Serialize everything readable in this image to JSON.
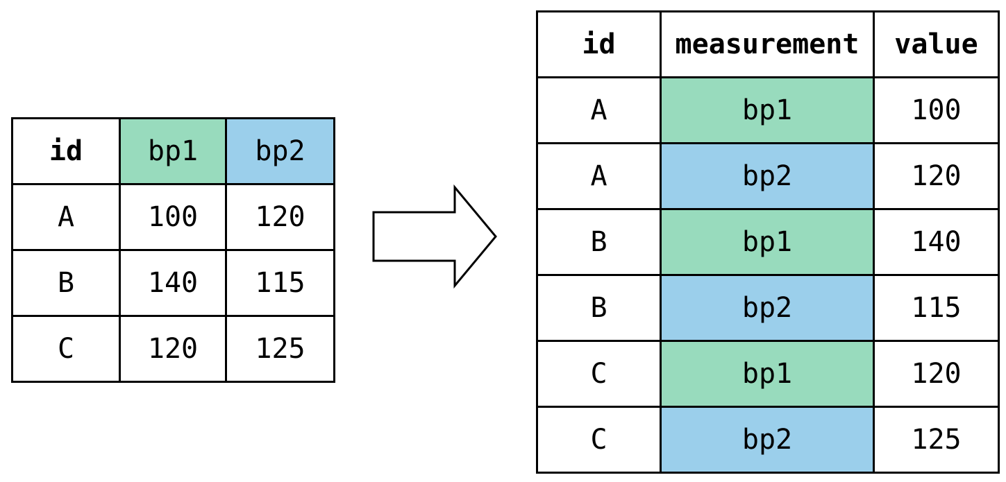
{
  "colors": {
    "bp1": "#98dbbd",
    "bp2": "#9bcfeb",
    "border": "#000000",
    "background": "#ffffff"
  },
  "wide_table": {
    "headers": [
      "id",
      "bp1",
      "bp2"
    ],
    "rows": [
      [
        "A",
        "100",
        "120"
      ],
      [
        "B",
        "140",
        "115"
      ],
      [
        "C",
        "120",
        "125"
      ]
    ]
  },
  "long_table": {
    "headers": [
      "id",
      "measurement",
      "value"
    ],
    "rows": [
      [
        "A",
        "bp1",
        "100"
      ],
      [
        "A",
        "bp2",
        "120"
      ],
      [
        "B",
        "bp1",
        "140"
      ],
      [
        "B",
        "bp2",
        "115"
      ],
      [
        "C",
        "bp1",
        "120"
      ],
      [
        "C",
        "bp2",
        "125"
      ]
    ]
  },
  "arrow": {
    "icon": "right-arrow-icon",
    "direction": "right"
  }
}
